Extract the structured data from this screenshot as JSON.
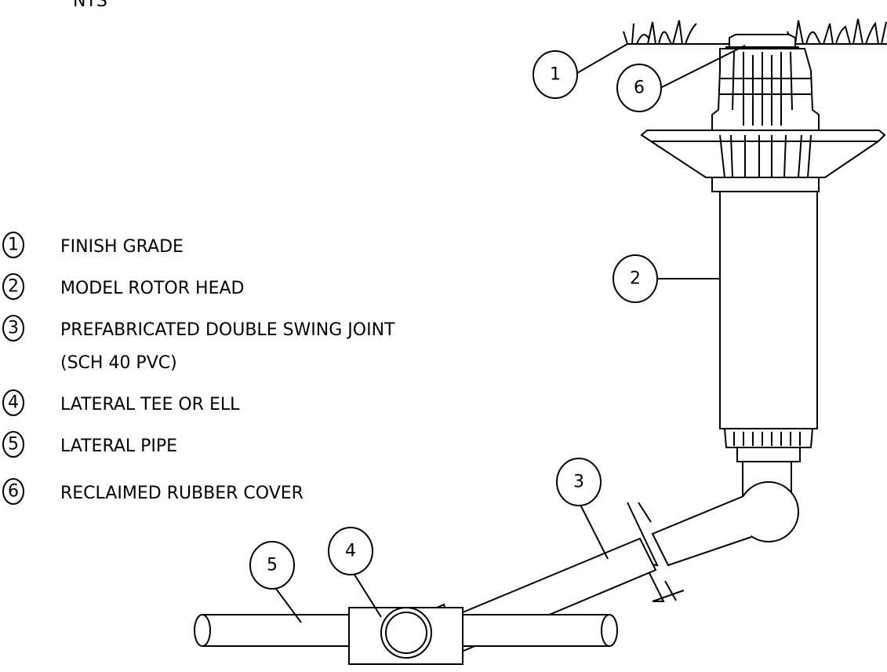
{
  "scale_note": "NTS",
  "legend": [
    {
      "num": "1",
      "label": "FINISH GRADE"
    },
    {
      "num": "2",
      "label": "MODEL ROTOR HEAD"
    },
    {
      "num": "3",
      "label": "PREFABRICATED DOUBLE SWING JOINT",
      "label2": "(SCH 40 PVC)"
    },
    {
      "num": "4",
      "label": "LATERAL TEE OR ELL"
    },
    {
      "num": "5",
      "label": "LATERAL PIPE"
    },
    {
      "num": "6",
      "label": "RECLAIMED RUBBER COVER"
    }
  ],
  "callouts": {
    "c1": "1",
    "c2": "2",
    "c3": "3",
    "c4": "4",
    "c5": "5",
    "c6": "6"
  }
}
